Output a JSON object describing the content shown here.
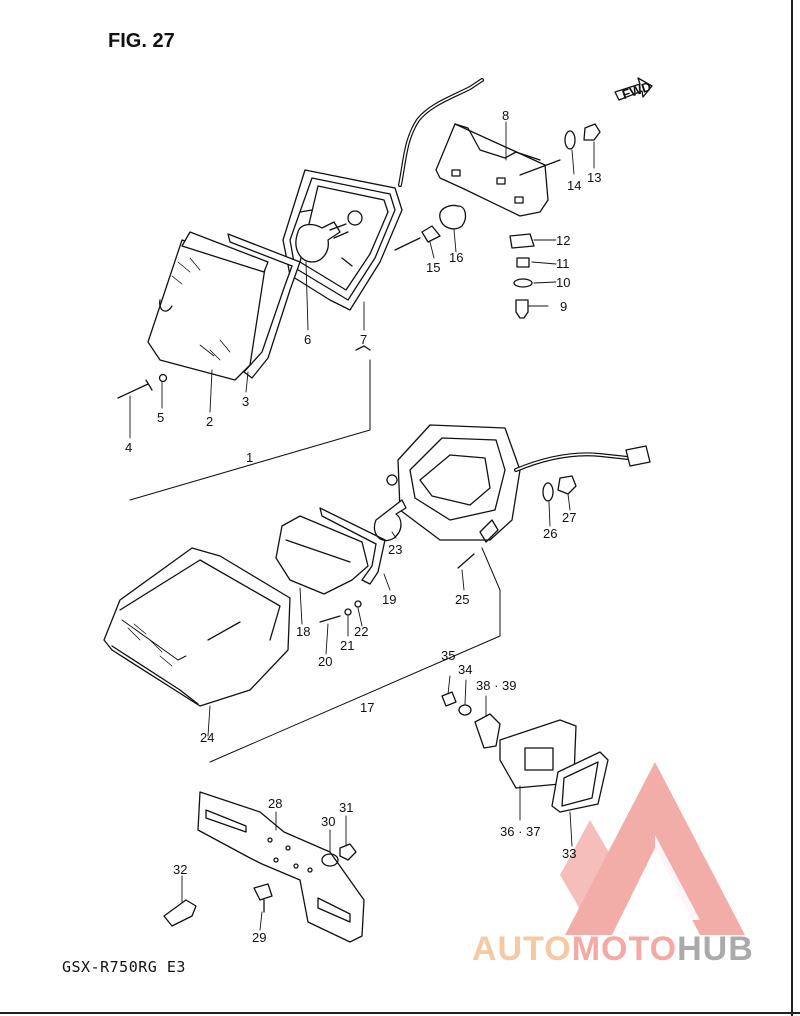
{
  "figure_title": "FIG. 27",
  "model_code": "GSX-R750RG  E3",
  "fwd_label": "FWD",
  "watermark": {
    "part1": "AUTO",
    "part2": "MOTO",
    "part3": "HUB"
  },
  "colors": {
    "line": "#111111",
    "watermark_triangle": "#f0928c",
    "watermark_auto": "#f6c9a2",
    "watermark_moto": "#f4a9a4",
    "watermark_hub": "#aaaaaa"
  },
  "callouts": [
    {
      "id": "c1",
      "text": "1"
    },
    {
      "id": "c2",
      "text": "2"
    },
    {
      "id": "c3",
      "text": "3"
    },
    {
      "id": "c4",
      "text": "4"
    },
    {
      "id": "c5",
      "text": "5"
    },
    {
      "id": "c6",
      "text": "6"
    },
    {
      "id": "c7",
      "text": "7"
    },
    {
      "id": "c8",
      "text": "8"
    },
    {
      "id": "c9",
      "text": "9"
    },
    {
      "id": "c10",
      "text": "10"
    },
    {
      "id": "c11",
      "text": "11"
    },
    {
      "id": "c12",
      "text": "12"
    },
    {
      "id": "c13",
      "text": "13"
    },
    {
      "id": "c14",
      "text": "14"
    },
    {
      "id": "c15",
      "text": "15"
    },
    {
      "id": "c16",
      "text": "16"
    },
    {
      "id": "c17",
      "text": "17"
    },
    {
      "id": "c18",
      "text": "18"
    },
    {
      "id": "c19",
      "text": "19"
    },
    {
      "id": "c20",
      "text": "20"
    },
    {
      "id": "c21",
      "text": "21"
    },
    {
      "id": "c22",
      "text": "22"
    },
    {
      "id": "c23",
      "text": "23"
    },
    {
      "id": "c24",
      "text": "24"
    },
    {
      "id": "c25",
      "text": "25"
    },
    {
      "id": "c26",
      "text": "26"
    },
    {
      "id": "c27",
      "text": "27"
    },
    {
      "id": "c28",
      "text": "28"
    },
    {
      "id": "c29",
      "text": "29"
    },
    {
      "id": "c30",
      "text": "30"
    },
    {
      "id": "c31",
      "text": "31"
    },
    {
      "id": "c32",
      "text": "32"
    },
    {
      "id": "c33",
      "text": "33"
    },
    {
      "id": "c34",
      "text": "34"
    },
    {
      "id": "c35",
      "text": "35"
    },
    {
      "id": "c3637",
      "text": "36 · 37"
    },
    {
      "id": "c3839",
      "text": "38 · 39"
    }
  ]
}
